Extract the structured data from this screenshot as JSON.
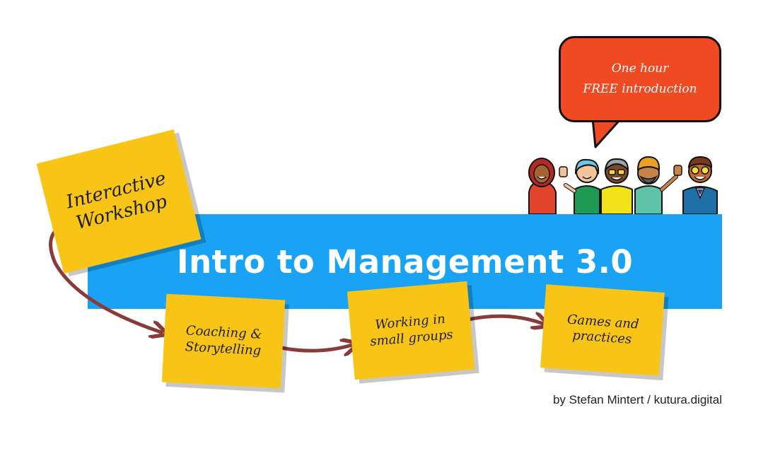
{
  "banner": {
    "title": "Intro to Management 3.0",
    "color": "#1aa3f5"
  },
  "notes": {
    "main": "Interactive\nWorkshop",
    "step1": "Coaching &\nStorytelling",
    "step2": "Working in\nsmall groups",
    "step3": "Games and\npractices",
    "color": "#f8c516"
  },
  "bubble": {
    "text": "One hour\nFREE introduction",
    "color": "#f04a23"
  },
  "credit": "by Stefan Mintert / kutura.digital",
  "colors": {
    "arrow": "#8b3a3a"
  },
  "illustration": {
    "icon": "group-of-people-illustration"
  }
}
